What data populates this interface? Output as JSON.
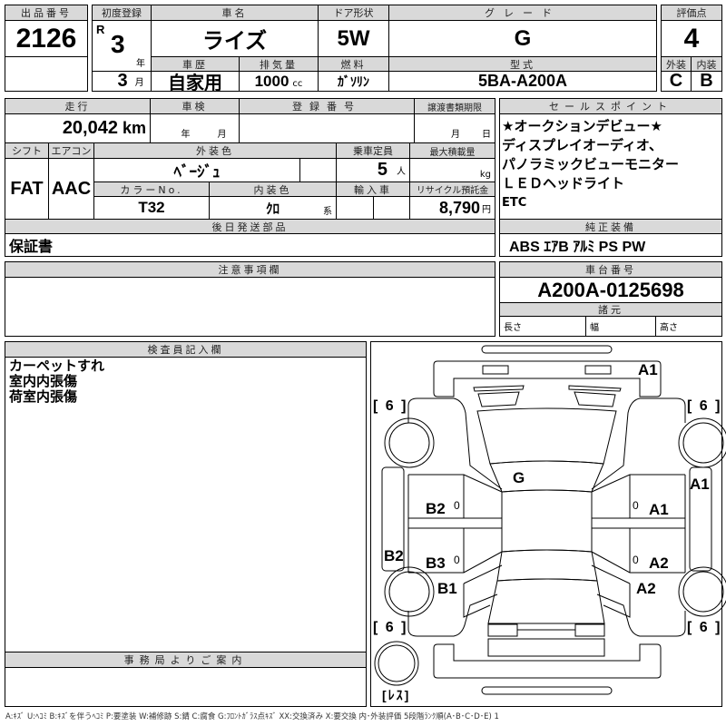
{
  "lot": {
    "label": "出品番号",
    "value": "2126"
  },
  "registration": {
    "label": "初度登録",
    "era": "R",
    "year": "3",
    "year_unit": "年",
    "month": "3",
    "month_unit": "月"
  },
  "car_name": {
    "label": "車名",
    "value": "ライズ"
  },
  "door": {
    "label": "ドア形状",
    "value": "5W"
  },
  "grade": {
    "label": "グレード",
    "value": "G"
  },
  "history": {
    "label": "車歴",
    "value": "自家用"
  },
  "displacement": {
    "label": "排気量",
    "value": "1000",
    "unit": "cc"
  },
  "fuel": {
    "label": "燃料",
    "value": "ｶﾞｿﾘﾝ"
  },
  "model": {
    "label": "型式",
    "value": "5BA-A200A"
  },
  "score": {
    "label": "評価点",
    "value": "4",
    "exterior_label": "外装",
    "interior_label": "内装",
    "exterior": "C",
    "interior": "B"
  },
  "mileage": {
    "label": "走行",
    "value": "20,042",
    "unit": "km"
  },
  "inspection": {
    "label": "車検",
    "year_unit": "年",
    "month_unit": "月"
  },
  "reg_number": {
    "label": "登録番号"
  },
  "transfer": {
    "label": "譲渡書類期限",
    "month_unit": "月",
    "day_unit": "日"
  },
  "shift": {
    "label": "シフト",
    "value": "FAT"
  },
  "aircon": {
    "label": "エアコン",
    "value": "AAC"
  },
  "ext_color": {
    "label": "外装色",
    "value": "ﾍﾞｰｼﾞｭ"
  },
  "capacity": {
    "label": "乗車定員",
    "value": "5",
    "unit": "人"
  },
  "max_load": {
    "label": "最大積載量",
    "unit": "kg"
  },
  "color_no": {
    "label": "カラーNo.",
    "value": "T32"
  },
  "int_color": {
    "label": "内装色",
    "value": "ｸﾛ",
    "suffix": "系"
  },
  "import": {
    "label": "輸入車"
  },
  "recycle": {
    "label": "リサイクル預託金",
    "value": "8,790",
    "unit": "円"
  },
  "later_parts": {
    "label": "後日発送部品",
    "value": "保証書"
  },
  "sales_points": {
    "label": "セールスポイント",
    "lines": [
      "★オークションデビュー★",
      "ディスプレイオーディオ、",
      "パノラミックビューモニター",
      "ＬＥＤヘッドライト",
      "ETC"
    ]
  },
  "equipment": {
    "label": "純正装備",
    "value": "ABS ｴｱB ｱﾙﾐ PS PW"
  },
  "notes": {
    "label": "注意事項欄"
  },
  "chassis": {
    "label": "車台番号",
    "value": "A200A-0125698",
    "spec_label": "諸元",
    "length": "長さ",
    "width": "幅",
    "height": "高さ"
  },
  "inspector": {
    "label": "検査員記入欄",
    "lines": [
      "カーペットすれ",
      "室内内張傷",
      "荷室内張傷"
    ]
  },
  "office": {
    "label": "事務局よりご案内"
  },
  "diagram": {
    "labels": [
      "A1",
      "[ 6 ]",
      "[ 6 ]",
      "[ 6 ]",
      "[ 6 ]",
      "A1",
      "G",
      "B2",
      "A1",
      "B2",
      "B3",
      "A2",
      "B1",
      "A2",
      "[ﾚｽ]",
      "0",
      "0",
      "0",
      "0"
    ]
  },
  "legend": "A:ｷｽﾞ U:ﾍｺﾐ B:ｷｽﾞを伴うﾍｺﾐ P:要塗装 W:補修跡 S:錆 C:腐食 G:ﾌﾛﾝﾄｶﾞﾗｽ点ｷｽﾞ XX:交換済み X:要交換 内･外装評価 5段階ﾗﾝｸ順(A･B･C･D･E) 1"
}
